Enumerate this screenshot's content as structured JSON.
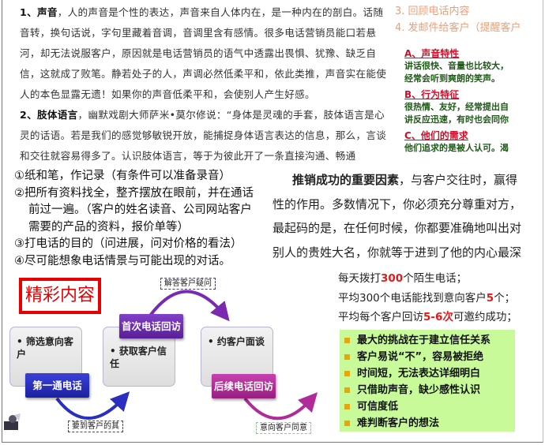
{
  "top_paragraph": {
    "p1_head": "1、声音",
    "p1_body": "，人的声音是个性的表达，声音来自人体内在，是一种内在的剖白。话随音转，换句话说，字句里藏着音调，音调里含有感情。很多电话营销员能口若悬河，却无法说服客户，原因就是电话营销员的语气中透露出畏惧、犹豫、缺乏自信，这就成了败笔。静若处子的人，声调必然低柔平和，依此类推，声音实在能使人的本色显露无遗！如果你的声音低柔平和，会使别人产生好感。",
    "p2_head": "2、肢体语言",
    "p2_body": "，幽默戏剧大师萨米•莫尔修说：“身体是灵魂的手套，肢体语言是心灵的话语。若是我们的感觉够敏锐开放，能捕捉身体语言表达的信息，那么，言谈和交往就容易得多了。认识肢体语言，等于为彼此开了一条直接沟通、畅通"
  },
  "right_top": {
    "items": [
      "3.  回顾电话内容",
      "4.  发邮件给客户（提醒客户"
    ]
  },
  "traits": {
    "a_head": "A、声音特性",
    "a_lines": [
      "讲话很快、音量也比较大，",
      "经常会听到爽朗的笑声。"
    ],
    "b_head": "B、行为特征",
    "b_lines": [
      "很热情、友好，经常提出自",
      "讲反应迅速，有时也会同你"
    ],
    "c_head": "C、他们的需求",
    "c_lines": [
      "他们追求的是被人认可。渴"
    ]
  },
  "prep_list": {
    "items": [
      "①纸和笔，作记录（有条件可以准备录音）",
      "②把所有资料找全，整齐摆放在眼前，并在通话",
      "前过一遍。（客户的姓名读音、公司网站客户",
      "需要的产品的资料，报价单等）",
      "③打电话的目的（问进展，问对价格的看法）",
      "④尽可能想象电话情景与可能出现的对话。"
    ]
  },
  "success_text": {
    "head": "推销成功的重要因素",
    "line1_rest": "，与客户交往时，赢得",
    "lines": [
      "性的作用。多数情况下，你必须充分尊重对方，",
      "最起码的是，在任何时候，你都要准确地叫出对",
      "别人的贵姓大名，你就等于进到了他的内心最深"
    ]
  },
  "stats": {
    "l1_a": "每天拨打",
    "l1_b": "300",
    "l1_c": "个陌生电话；",
    "l2_a": "平均300个电话能找到意向客户",
    "l2_b": "5",
    "l2_c": "个；",
    "l3_a": "平均每个客户回访",
    "l3_b": "5-6次",
    "l3_c": "可邀约成功；"
  },
  "challenges": [
    "最大的挑战在于建立信任关系",
    "客户易说“不”，容易被拒绝",
    "时间短，无法表达详细明白",
    "只借助声音，缺少感性认识",
    "可信度低",
    "难判断客户的想法"
  ],
  "diagram": {
    "title": "精彩内容",
    "steps": [
      {
        "card": "筛选意向客户",
        "label": "第一通电话",
        "color": "#2a2fc0"
      },
      {
        "card": "获取客户信任",
        "label": "首次电话回访",
        "color": "#6a2aae"
      },
      {
        "card": "约客户面谈",
        "label": "后续电话回访",
        "color": "#b02a98"
      }
    ],
    "callouts": [
      "要到客户的其",
      "解答客户疑问",
      "意向客户同意"
    ]
  }
}
